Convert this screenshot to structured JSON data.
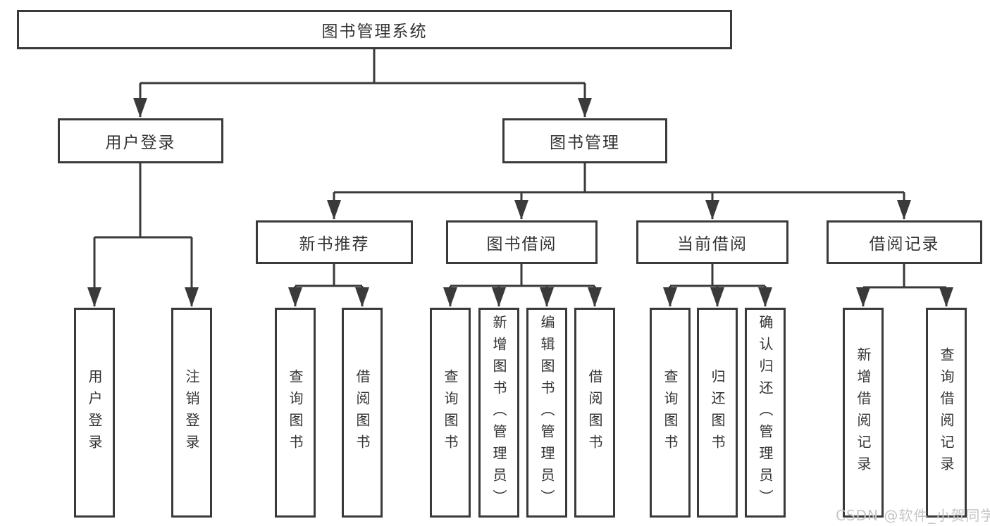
{
  "diagram": {
    "root": {
      "label": "图书管理系统"
    },
    "branches": {
      "user_login": {
        "label": "用户登录",
        "children": {
          "login": "用户登录",
          "logout": "注销登录"
        }
      },
      "book_mgmt": {
        "label": "图书管理",
        "sections": {
          "new_books": {
            "label": "新书推荐",
            "children": {
              "query": "查询图书",
              "borrow": "借阅图书"
            }
          },
          "book_borrow": {
            "label": "图书借阅",
            "children": {
              "query": "查询图书",
              "add": "新增图书（管理员）",
              "edit": "编辑图书（管理员）",
              "borrow": "借阅图书"
            }
          },
          "current_borrow": {
            "label": "当前借阅",
            "children": {
              "query": "查询图书",
              "return": "归还图书",
              "confirm_return": "确认归还（管理员）"
            }
          },
          "borrow_records": {
            "label": "借阅记录",
            "children": {
              "add_record": "新增借阅记录",
              "query_record": "查询借阅记录"
            }
          }
        }
      }
    }
  },
  "watermark": {
    "text": "CSDN @软件_小贺同学"
  },
  "colors": {
    "line": "#3a3a3a",
    "text": "#333333",
    "watermark_gray": "#c6c6c6",
    "background": "#ffffff"
  }
}
